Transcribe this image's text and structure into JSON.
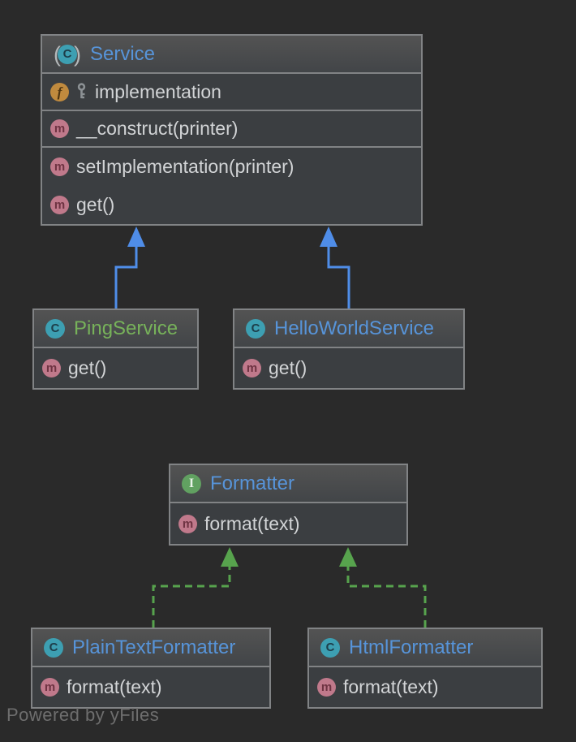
{
  "watermark": {
    "text": "Powered by yFiles"
  },
  "icons": {
    "class_letter": "C",
    "interface_letter": "I",
    "field_letter": "f",
    "method_letter": "m"
  },
  "colors": {
    "background": "#2a2a2a",
    "node_body": "#3b3e41",
    "node_header_top": "#535353",
    "node_header_bottom": "#424548",
    "node_border": "#818385",
    "member_text": "#d2d4d6",
    "class_name_blue": "#5794d9",
    "class_name_green": "#77b25a",
    "extends_arrow": "#4f8de8",
    "implements_arrow": "#57a34d",
    "class_icon_bg": "#3d9fb2",
    "interface_icon_bg": "#61a161",
    "field_icon_bg": "#c08a3e",
    "method_icon_bg": "#c0798b",
    "watermark_text": "#6e6e6e"
  },
  "classes": [
    {
      "name": "Service",
      "kind": "abstract class",
      "fields": [
        {
          "label": "implementation",
          "has_key": true
        }
      ],
      "constructors": [
        "__construct(printer)"
      ],
      "methods": [
        "setImplementation(printer)",
        "get()"
      ]
    },
    {
      "name": "PingService",
      "kind": "class",
      "methods": [
        "get()"
      ]
    },
    {
      "name": "HelloWorldService",
      "kind": "class",
      "methods": [
        "get()"
      ]
    },
    {
      "name": "Formatter",
      "kind": "interface",
      "methods": [
        "format(text)"
      ]
    },
    {
      "name": "PlainTextFormatter",
      "kind": "class",
      "methods": [
        "format(text)"
      ]
    },
    {
      "name": "HtmlFormatter",
      "kind": "class",
      "methods": [
        "format(text)"
      ]
    }
  ],
  "relations": [
    {
      "from": "PingService",
      "to": "Service",
      "type": "extends",
      "style": "solid",
      "color": "#4f8de8"
    },
    {
      "from": "HelloWorldService",
      "to": "Service",
      "type": "extends",
      "style": "solid",
      "color": "#4f8de8"
    },
    {
      "from": "PlainTextFormatter",
      "to": "Formatter",
      "type": "implements",
      "style": "dashed",
      "color": "#57a34d"
    },
    {
      "from": "HtmlFormatter",
      "to": "Formatter",
      "type": "implements",
      "style": "dashed",
      "color": "#57a34d"
    }
  ]
}
